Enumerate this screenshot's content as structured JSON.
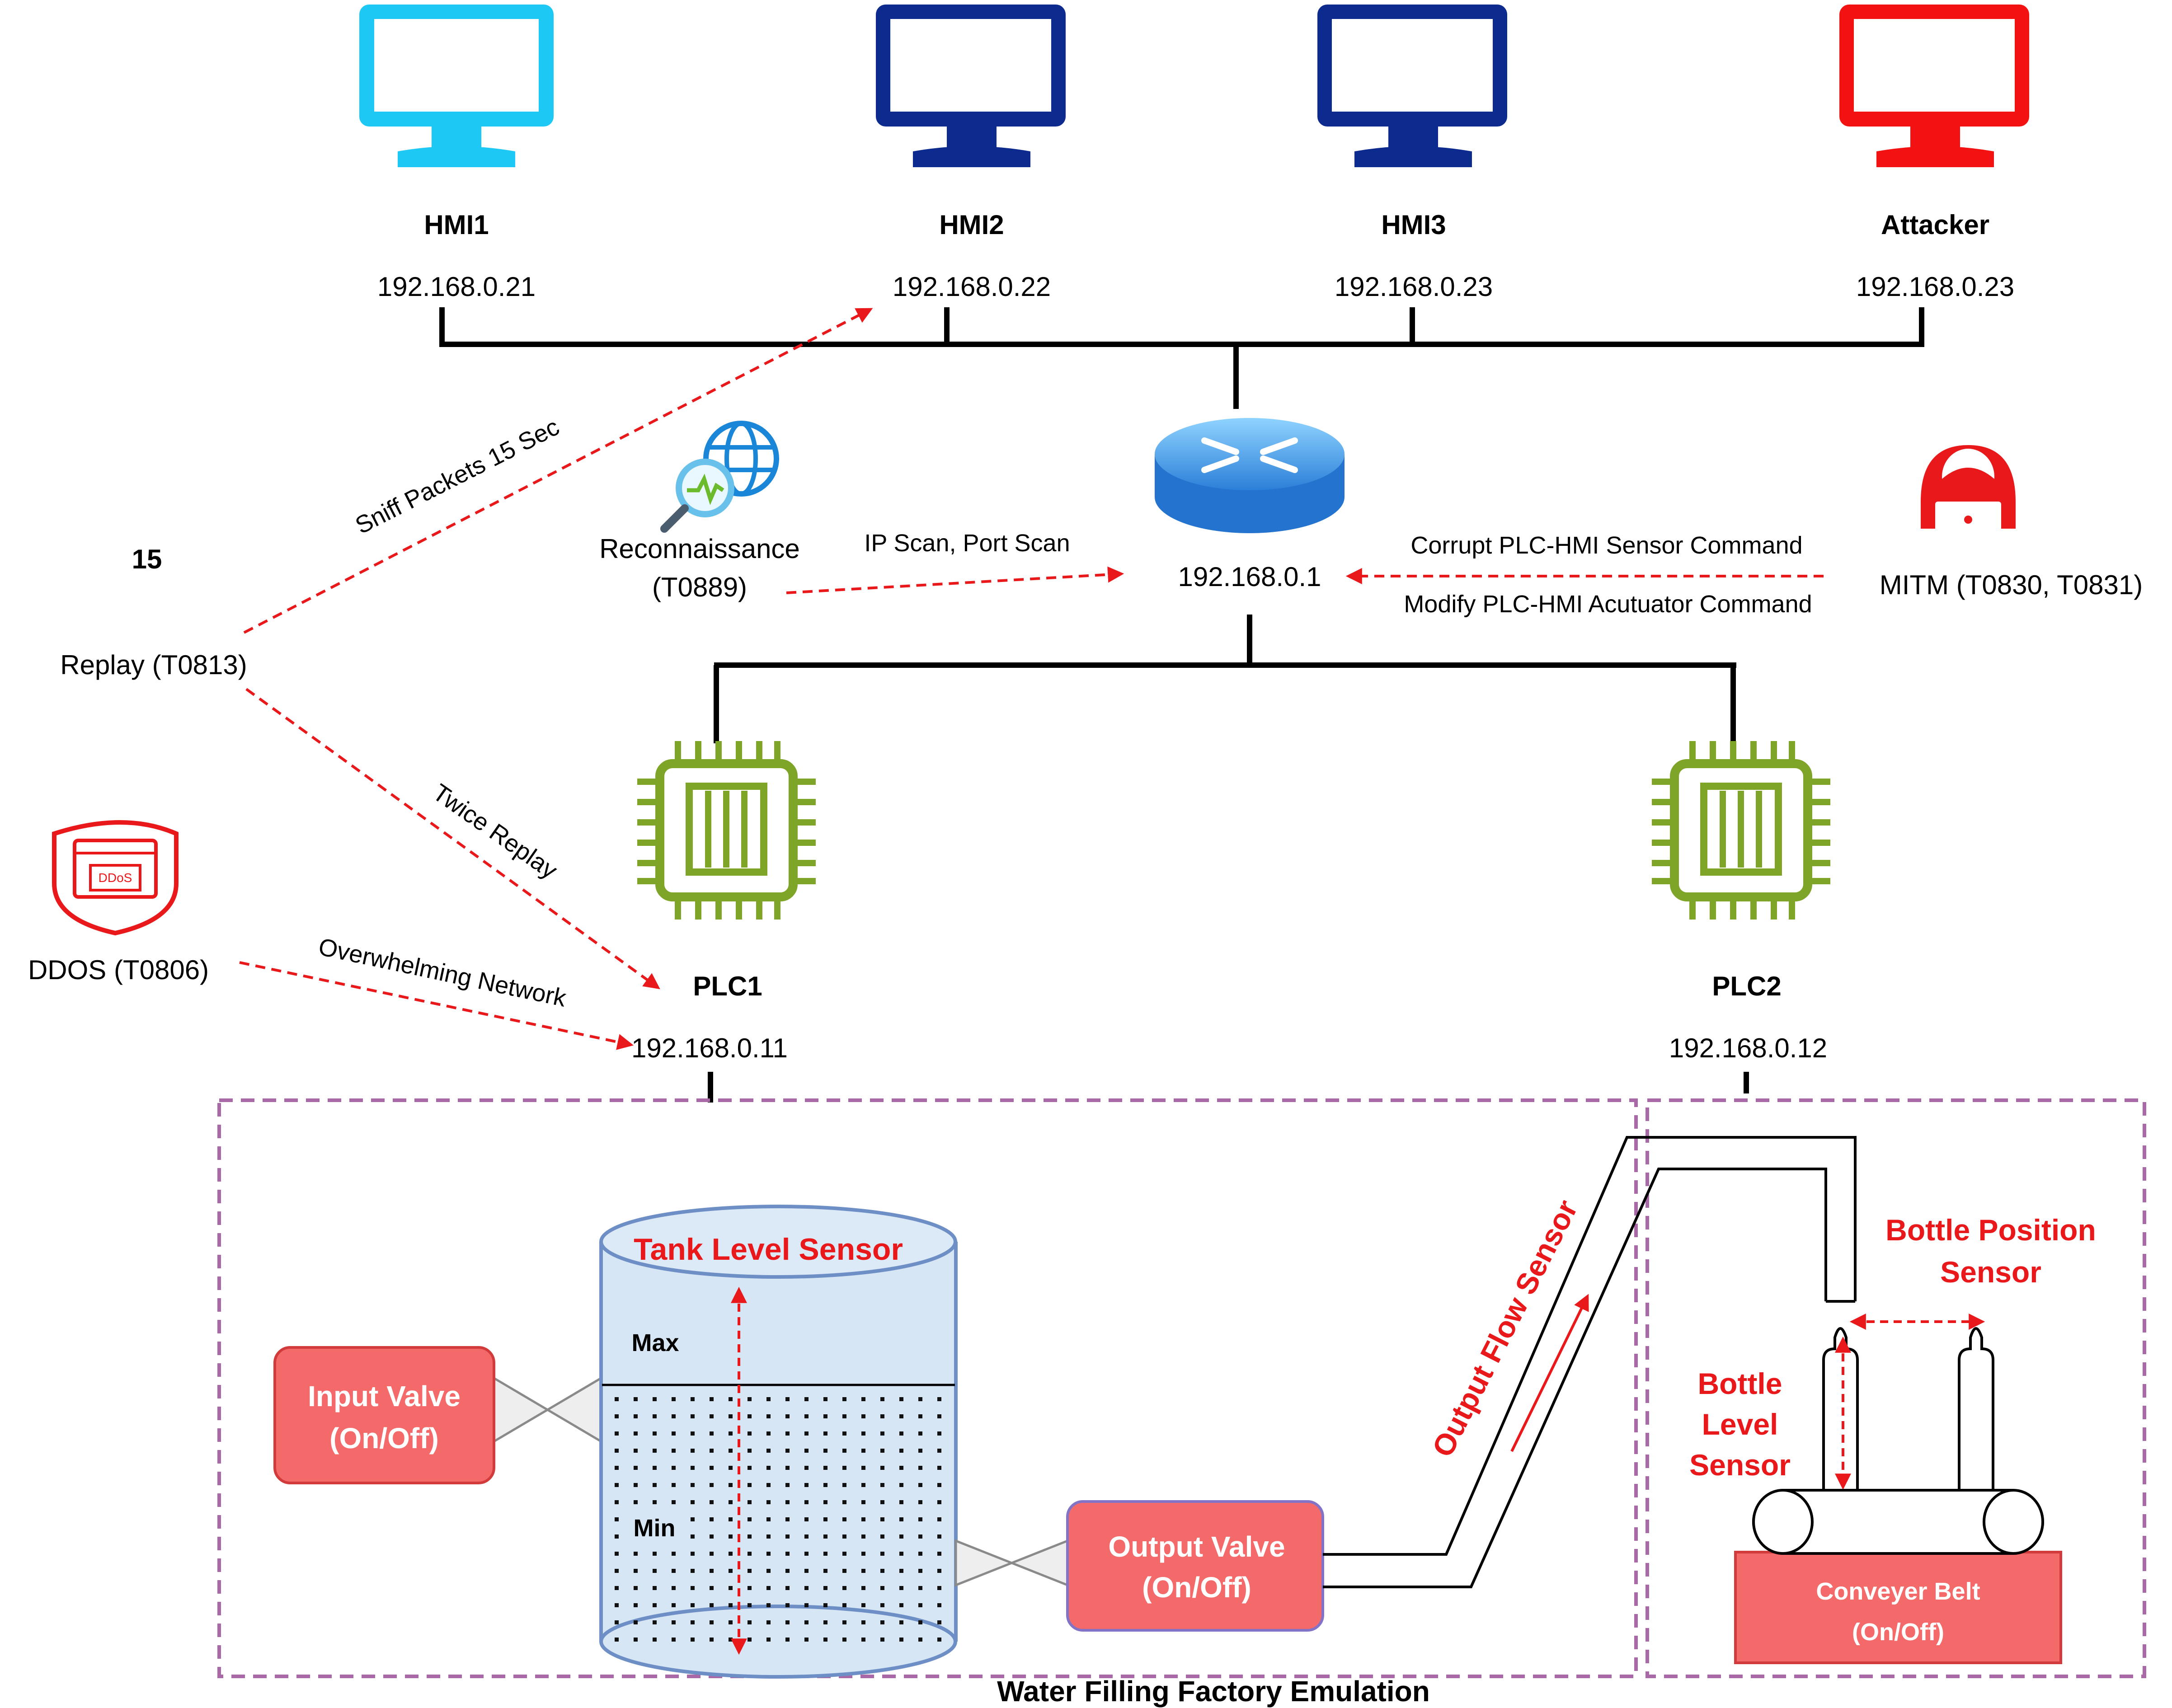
{
  "colors": {
    "hmi1": "#1ec8f4",
    "hmi2": "#0d2a8f",
    "hmi3": "#0d2a8f",
    "attacker": "#f31212",
    "attack_arrow": "#e8181b",
    "plc": "#7ea428",
    "zone_border": "#a869a6",
    "valve_fill": "#f46a6a",
    "tank_fill": "#d7e6f5",
    "tank_border": "#6d8fc6"
  },
  "hosts": [
    {
      "name": "HMI1",
      "ip": "192.168.0.21",
      "icon": "monitor-icon"
    },
    {
      "name": "HMI2",
      "ip": "192.168.0.22",
      "icon": "monitor-icon"
    },
    {
      "name": "HMI3",
      "ip": "192.168.0.23",
      "icon": "monitor-icon"
    },
    {
      "name": "Attacker",
      "ip": "192.168.0.23",
      "icon": "monitor-icon"
    }
  ],
  "router": {
    "ip": "192.168.0.1",
    "icon": "router-icon"
  },
  "plcs": [
    {
      "name": "PLC1",
      "ip": "192.168.0.11",
      "icon": "chip-icon"
    },
    {
      "name": "PLC2",
      "ip": "192.168.0.12",
      "icon": "chip-icon"
    }
  ],
  "attacks": {
    "replay": {
      "label": "Replay (T0813)",
      "number": "15",
      "sniff": "Sniff Packets  15 Sec",
      "twice": "Twice Replay"
    },
    "recon": {
      "label_line1": "Reconnaissance",
      "label_line2": "(T0889)",
      "scan": "IP Scan, Port Scan",
      "icon": "globe-search-icon"
    },
    "ddos": {
      "label": "DDOS (T0806)",
      "edge": "Overwhelming Network",
      "badge": "DDoS",
      "icon": "ddos-shield-icon"
    },
    "mitm": {
      "label": "MITM (T0830, T0831)",
      "corrupt": "Corrupt PLC-HMI Sensor Command",
      "modify": "Modify PLC-HMI Acutuator Command",
      "icon": "hacker-icon"
    }
  },
  "plant": {
    "title": "Water Filling  Factory Emulation",
    "tank_sensor": "Tank Level Sensor",
    "max": "Max",
    "min": "Min",
    "input_valve": [
      "Input Valve",
      "(On/Off)"
    ],
    "output_valve": [
      "Output Valve",
      "(On/Off)"
    ],
    "flow_sensor": "Output Flow Sensor",
    "bottle_position": [
      "Bottle Position",
      "Sensor"
    ],
    "bottle_level": [
      "Bottle",
      "Level",
      "Sensor"
    ],
    "conveyor": [
      "Conveyer Belt",
      "(On/Off)"
    ]
  }
}
